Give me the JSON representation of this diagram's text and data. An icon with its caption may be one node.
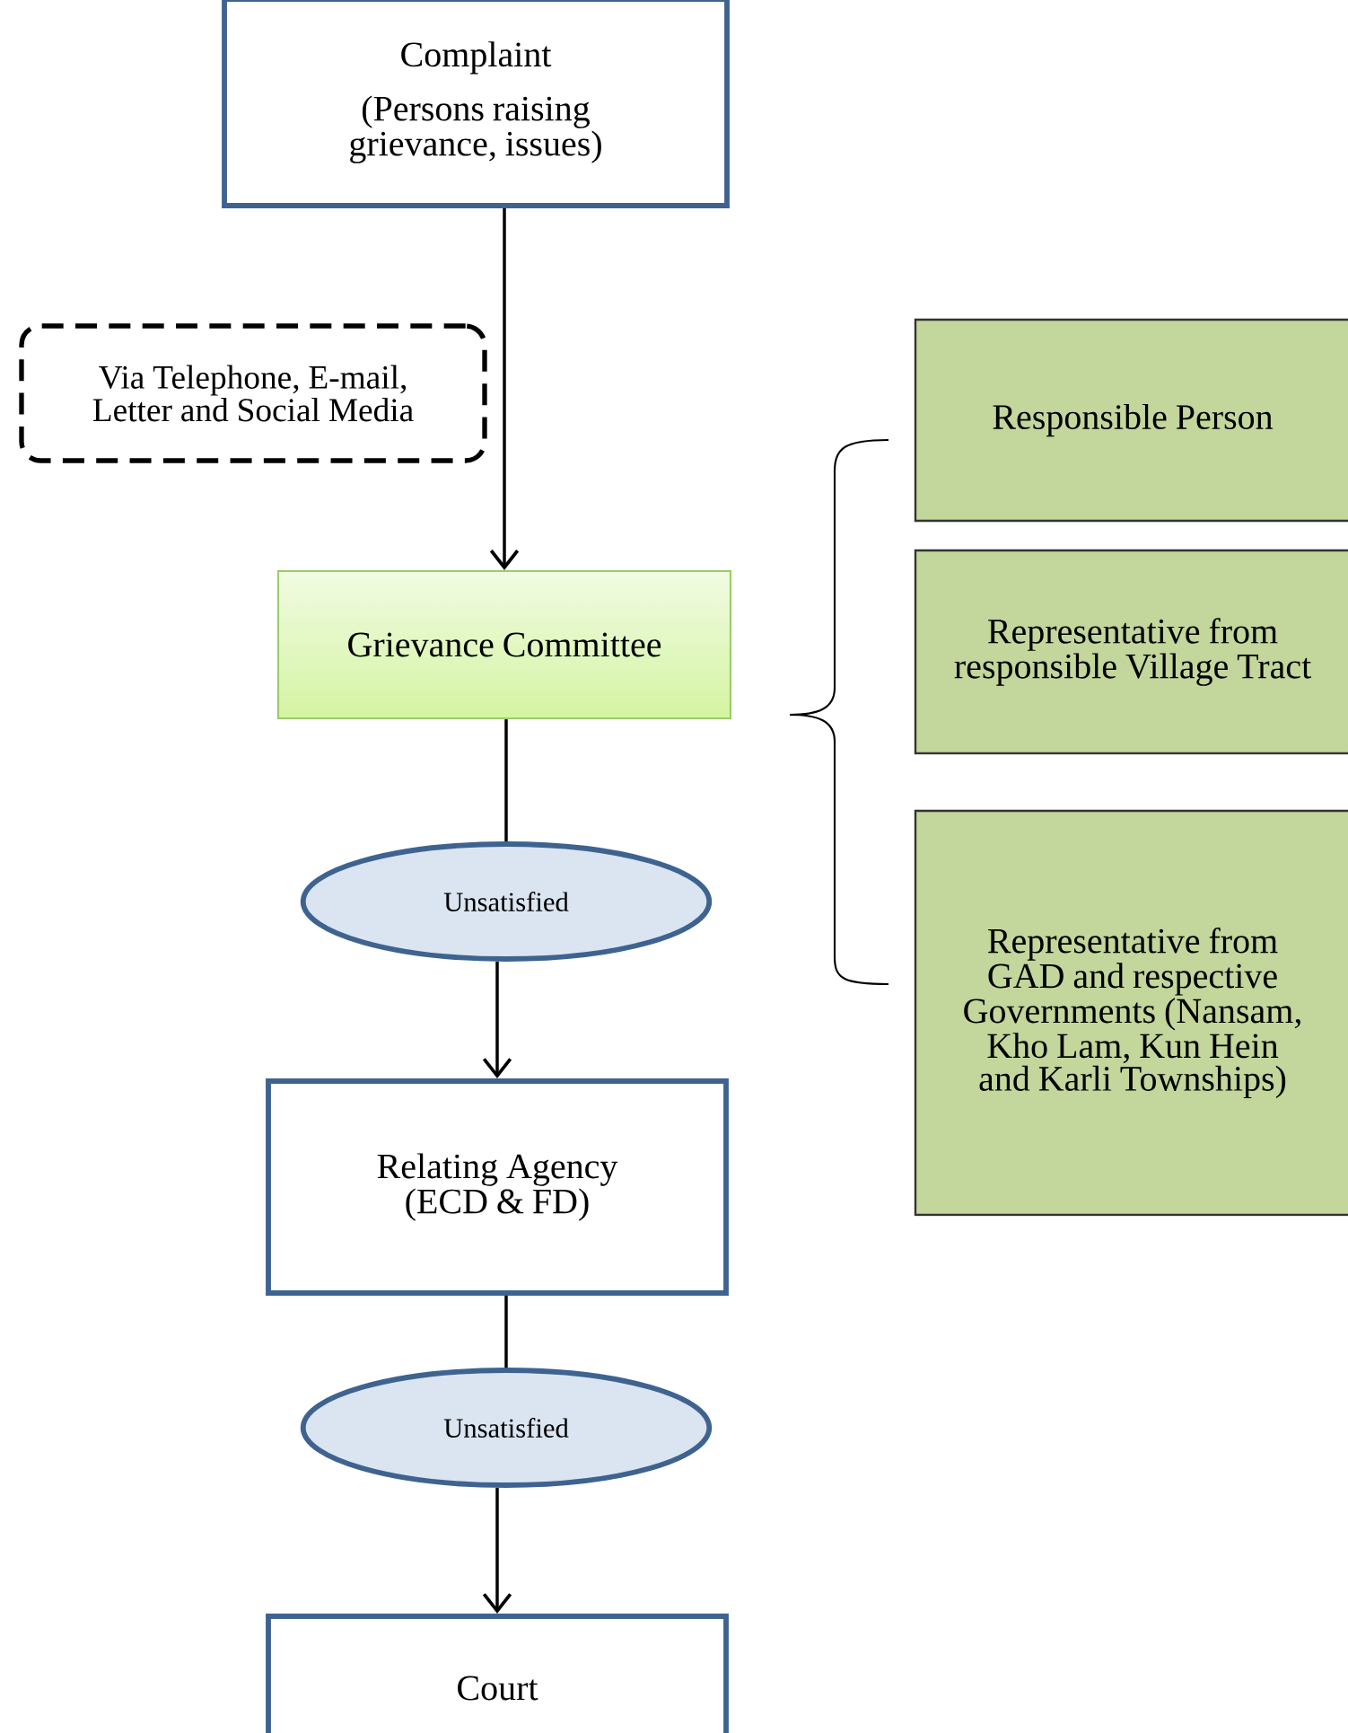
{
  "diagram": {
    "nodes": [
      {
        "text": [
          "Complaint",
          "(Persons raising grievance, issues)"
        ]
      },
      {
        "text": [
          "Via Telephone, E-mail, Letter and Social Media"
        ]
      },
      {
        "text": [
          "Grievance Committee"
        ]
      },
      {
        "text": [
          "Unsatisfied"
        ]
      },
      {
        "text": [
          "Relating Agency (ECD & FD)"
        ]
      },
      {
        "text": [
          "Unsatisfied"
        ]
      },
      {
        "text": [
          "Court"
        ]
      },
      {
        "text": [
          "Responsible Person"
        ]
      },
      {
        "text": [
          "Representative from responsible Village Tract"
        ]
      },
      {
        "text": [
          "Representative from GAD and respective Governments (Nansam, Kho Lam, Kun Hein and Karli Townships)"
        ]
      }
    ],
    "edges": [
      {
        "from": 0,
        "to": 2,
        "arrow": "to"
      },
      {
        "from": 2,
        "to": 3,
        "arrow": "none"
      },
      {
        "from": 3,
        "to": 4,
        "arrow": "to"
      },
      {
        "from": 4,
        "to": 5,
        "arrow": "none"
      },
      {
        "from": 5,
        "to": 6,
        "arrow": "to"
      }
    ]
  }
}
